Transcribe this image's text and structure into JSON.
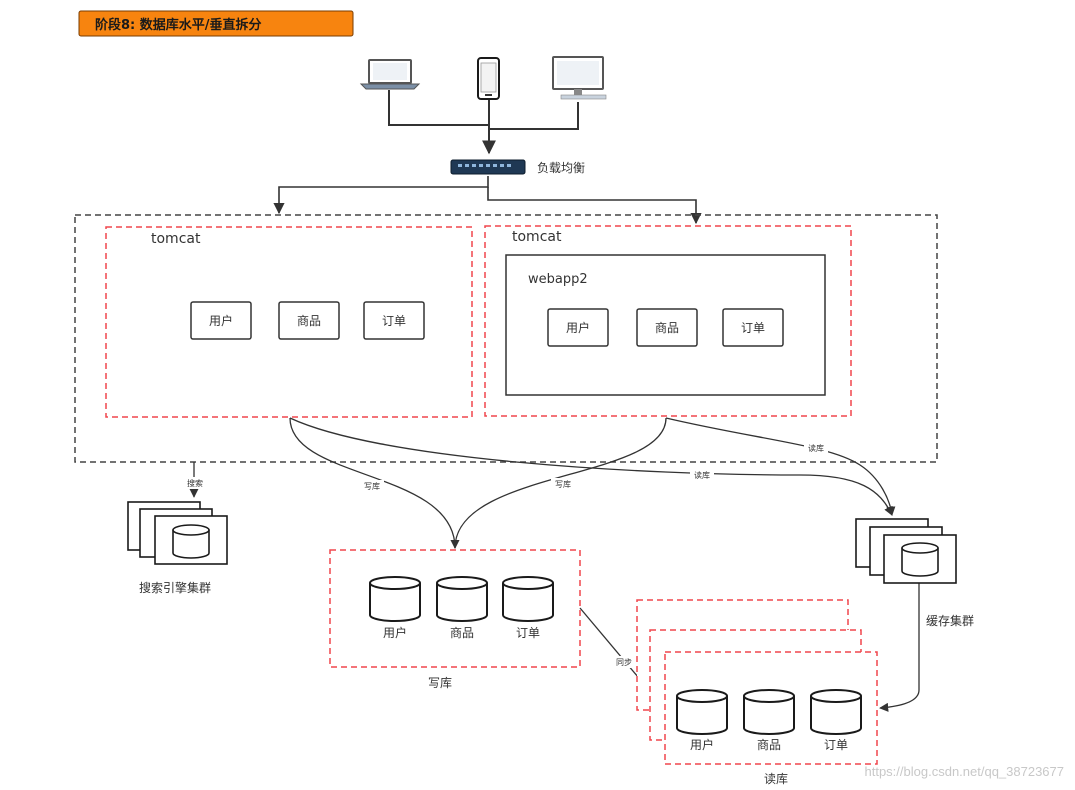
{
  "title": "阶段8: 数据库水平/垂直拆分",
  "colors": {
    "title_bg": "#f7840f",
    "dashed_red": "#f0464d",
    "line": "#333333"
  },
  "load_balancer": {
    "label": "负载均衡"
  },
  "clients": [
    {
      "icon": "laptop-icon"
    },
    {
      "icon": "phone-icon"
    },
    {
      "icon": "desktop-icon"
    }
  ],
  "tomcat_left": {
    "label": "tomcat",
    "modules": [
      "用户",
      "商品",
      "订单"
    ]
  },
  "tomcat_right": {
    "label": "tomcat",
    "webapp": "webapp2",
    "modules": [
      "用户",
      "商品",
      "订单"
    ]
  },
  "edges": {
    "search": "搜索",
    "write_left": "写库",
    "write_right": "写库",
    "read_left": "读库",
    "read_right": "读库",
    "sync": "同步"
  },
  "search_cluster": {
    "label": "搜索引擎集群"
  },
  "cache_cluster": {
    "label": "缓存集群"
  },
  "write_db": {
    "label": "写库",
    "tables": [
      "用户",
      "商品",
      "订单"
    ]
  },
  "read_db": {
    "label": "读库",
    "tables": [
      "用户",
      "商品",
      "订单"
    ]
  },
  "watermark": "https://blog.csdn.net/qq_38723677"
}
